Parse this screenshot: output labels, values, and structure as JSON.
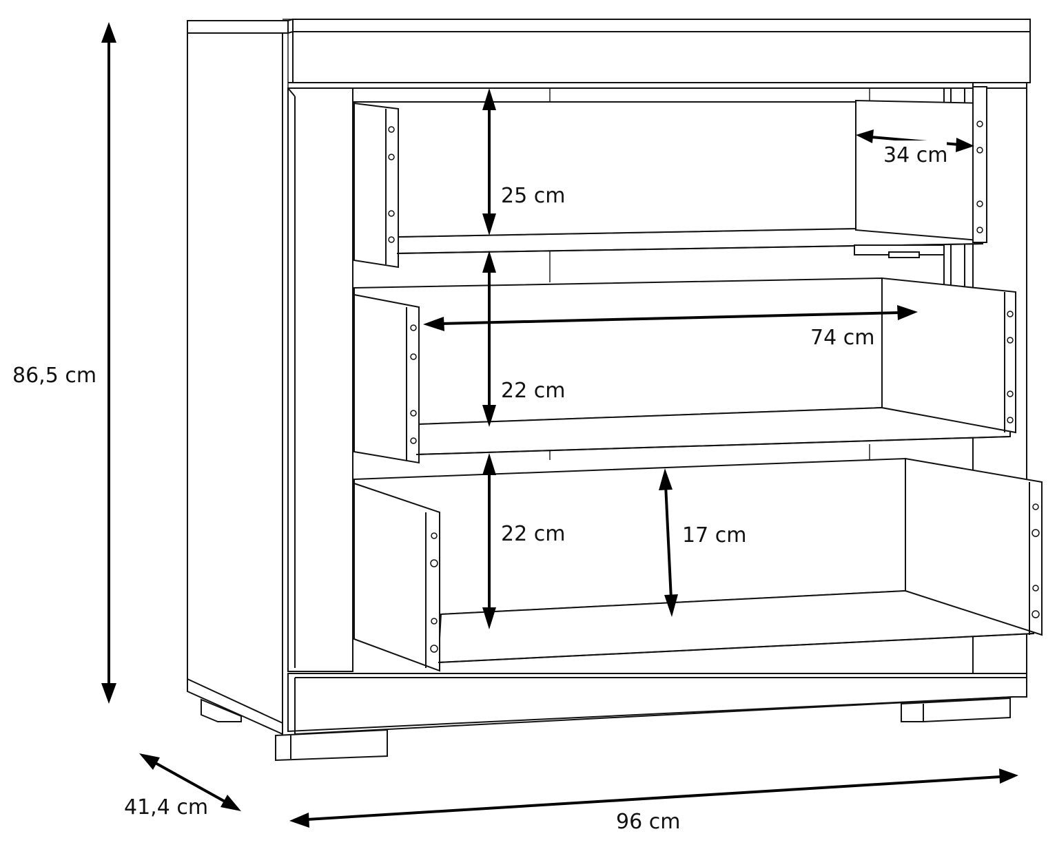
{
  "colors": {
    "line": "#111111",
    "background": "#ffffff"
  },
  "dimensions": {
    "height": "86,5 cm",
    "depth": "41,4 cm",
    "width": "96 cm",
    "drawer_top_height": "25 cm",
    "drawer_depth": "34 cm",
    "drawer_width": "74 cm",
    "drawer_middle_height": "22 cm",
    "drawer_bottom_height": "22 cm",
    "drawer_inner_height": "17 cm"
  }
}
